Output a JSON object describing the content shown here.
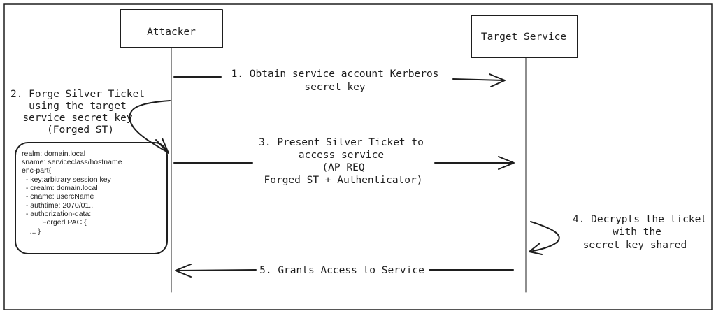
{
  "participants": {
    "attacker": "Attacker",
    "target": "Target Service"
  },
  "messages": {
    "m1": [
      "1. Obtain service account Kerberos",
      "secret key"
    ],
    "m2": [
      "2. Forge Silver Ticket",
      "using the target",
      "service secret key",
      "(Forged ST)"
    ],
    "m3": [
      "3. Present Silver Ticket to",
      "access service",
      "(AP_REQ",
      "Forged ST + Authenticator)"
    ],
    "m4": [
      "4. Decrypts the ticket",
      "with the",
      "secret key shared"
    ],
    "m5": "5. Grants Access to Service"
  },
  "ticket": {
    "lines": [
      "realm: domain.local",
      "sname: serviceclass/hostname",
      "enc-part{",
      "  - key:arbitrary session key",
      "  - crealm: domain.local",
      "  - cname: usercName",
      "  - authtime: 2070/01..",
      "  - authorization-data:",
      "          Forged PAC {",
      "    ... }"
    ]
  },
  "colors": {
    "ink": "#1e1e1e",
    "background": "#ffffff"
  }
}
